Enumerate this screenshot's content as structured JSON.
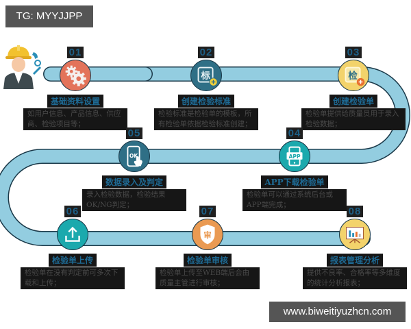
{
  "watermark_top": "TG: MYYJJPP",
  "watermark_bottom": "www.biweitiyuzhcn.com",
  "colors": {
    "track": "#93cde0",
    "track_outline": "#1b3a4a",
    "step_number": "#1d5f86",
    "title_text": "#1e6a94",
    "circle_01": "#e3735a",
    "circle_02": "#2f6f86",
    "circle_03": "#f3d36b",
    "circle_04": "#1ba9ad",
    "circle_05": "#2f6f86",
    "circle_06": "#1ba9ad",
    "circle_07": "#ea9a52",
    "circle_08": "#f3d36b",
    "accent_plus_yellow": "#f1d03a",
    "accent_plus_orange": "#e9702f"
  },
  "steps": [
    {
      "num": "01",
      "icon": "gears-icon",
      "title": "基础资料设置",
      "desc": "如用户信息、产品信息、供应商、检验项目等；"
    },
    {
      "num": "02",
      "icon": "standard-add-icon",
      "icon_char": "标",
      "title": "创建检验标准",
      "desc": "检验标准是检验单的模板，所有检验单依据检验标准创建；"
    },
    {
      "num": "03",
      "icon": "inspection-add-icon",
      "icon_char": "检",
      "title": "创建检验单",
      "desc": "检验单提供给质量员用于录入检验数据；"
    },
    {
      "num": "04",
      "icon": "app-phone-icon",
      "icon_text": "APP",
      "title": "APP下载检验单",
      "desc": "检验单可以通过系统后台或APP端完成；"
    },
    {
      "num": "05",
      "icon": "ok-phone-icon",
      "icon_text": "OK",
      "title": "数据录入及判定",
      "desc": "录入检验数据，检验结果OK/NG判定；"
    },
    {
      "num": "06",
      "icon": "upload-icon",
      "title": "检验单上传",
      "desc": "检验单在没有判定前可多次下载和上传；"
    },
    {
      "num": "07",
      "icon": "shield-review-icon",
      "icon_char": "审",
      "title": "检验单审核",
      "desc": "检验单上传至WEB端后会由质量主管进行审核；"
    },
    {
      "num": "08",
      "icon": "report-board-icon",
      "title": "报表管理分析",
      "desc": "提供不良率、合格率等多维度的统计分析报表；"
    }
  ]
}
